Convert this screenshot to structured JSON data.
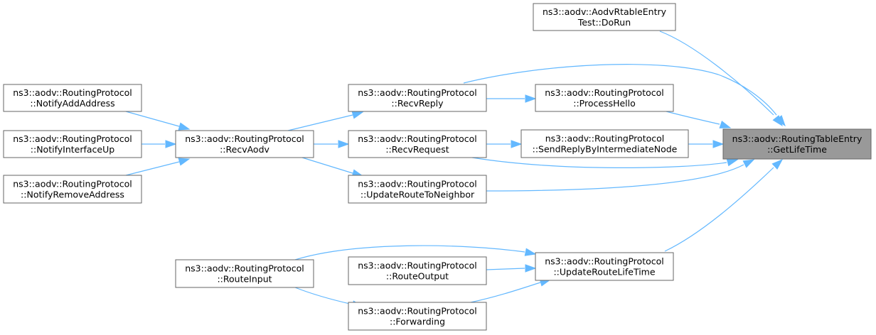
{
  "diagram": {
    "type": "call-graph",
    "root_id": "getlifetime",
    "nodes": [
      {
        "id": "getlifetime",
        "lines": [
          "ns3::aodv::RoutingTableEntry",
          "::GetLifeTime"
        ],
        "highlighted": true
      },
      {
        "id": "dorun",
        "lines": [
          "ns3::aodv::AodvRtableEntry",
          "Test::DoRun"
        ]
      },
      {
        "id": "processhello",
        "lines": [
          "ns3::aodv::RoutingProtocol",
          "::ProcessHello"
        ]
      },
      {
        "id": "sendreply",
        "lines": [
          "ns3::aodv::RoutingProtocol",
          "::SendReplyByIntermediateNode"
        ]
      },
      {
        "id": "updateroutelifetime",
        "lines": [
          "ns3::aodv::RoutingProtocol",
          "::UpdateRouteLifeTime"
        ]
      },
      {
        "id": "recvreply",
        "lines": [
          "ns3::aodv::RoutingProtocol",
          "::RecvReply"
        ]
      },
      {
        "id": "recvrequest",
        "lines": [
          "ns3::aodv::RoutingProtocol",
          "::RecvRequest"
        ]
      },
      {
        "id": "updateroutetoneighbor",
        "lines": [
          "ns3::aodv::RoutingProtocol",
          "::UpdateRouteToNeighbor"
        ]
      },
      {
        "id": "routeoutput",
        "lines": [
          "ns3::aodv::RoutingProtocol",
          "::RouteOutput"
        ]
      },
      {
        "id": "forwarding",
        "lines": [
          "ns3::aodv::RoutingProtocol",
          "::Forwarding"
        ]
      },
      {
        "id": "recvaodv",
        "lines": [
          "ns3::aodv::RoutingProtocol",
          "::RecvAodv"
        ]
      },
      {
        "id": "routeinput",
        "lines": [
          "ns3::aodv::RoutingProtocol",
          "::RouteInput"
        ]
      },
      {
        "id": "notifyaddaddress",
        "lines": [
          "ns3::aodv::RoutingProtocol",
          "::NotifyAddAddress"
        ]
      },
      {
        "id": "notifyinterfaceup",
        "lines": [
          "ns3::aodv::RoutingProtocol",
          "::NotifyInterfaceUp"
        ]
      },
      {
        "id": "notifyremoveaddress",
        "lines": [
          "ns3::aodv::RoutingProtocol",
          "::NotifyRemoveAddress"
        ]
      }
    ],
    "edges": [
      {
        "from": "dorun",
        "to": "getlifetime"
      },
      {
        "from": "recvreply",
        "to": "getlifetime"
      },
      {
        "from": "processhello",
        "to": "getlifetime"
      },
      {
        "from": "sendreply",
        "to": "getlifetime"
      },
      {
        "from": "recvrequest",
        "to": "getlifetime"
      },
      {
        "from": "updateroutetoneighbor",
        "to": "getlifetime"
      },
      {
        "from": "updateroutelifetime",
        "to": "getlifetime"
      },
      {
        "from": "recvreply",
        "to": "processhello"
      },
      {
        "from": "recvrequest",
        "to": "sendreply"
      },
      {
        "from": "recvaodv",
        "to": "recvreply"
      },
      {
        "from": "recvaodv",
        "to": "recvrequest"
      },
      {
        "from": "recvaodv",
        "to": "updateroutetoneighbor"
      },
      {
        "from": "notifyaddaddress",
        "to": "recvaodv"
      },
      {
        "from": "notifyinterfaceup",
        "to": "recvaodv"
      },
      {
        "from": "notifyremoveaddress",
        "to": "recvaodv"
      },
      {
        "from": "routeinput",
        "to": "updateroutelifetime"
      },
      {
        "from": "routeoutput",
        "to": "updateroutelifetime"
      },
      {
        "from": "forwarding",
        "to": "updateroutelifetime"
      },
      {
        "from": "routeinput",
        "to": "forwarding"
      }
    ],
    "colors": {
      "edge": "#63b8ff",
      "node_border": "#666666",
      "node_fill": "#ffffff",
      "root_fill": "#999999",
      "text": "#000000"
    }
  }
}
